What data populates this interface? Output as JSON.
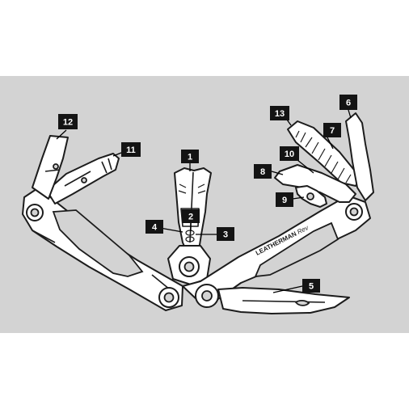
{
  "diagram": {
    "brand_text": "LEATHERMAN",
    "model_text": "Rev",
    "callouts": [
      {
        "num": "1"
      },
      {
        "num": "2"
      },
      {
        "num": "3"
      },
      {
        "num": "4"
      },
      {
        "num": "5"
      },
      {
        "num": "6"
      },
      {
        "num": "7"
      },
      {
        "num": "8"
      },
      {
        "num": "9"
      },
      {
        "num": "10"
      },
      {
        "num": "11"
      },
      {
        "num": "12"
      },
      {
        "num": "13"
      }
    ]
  },
  "colors": {
    "panel_background": "#d3d3d3",
    "outline": "#1c1c1c",
    "callout_box": "#141414",
    "callout_text": "#ffffff"
  }
}
